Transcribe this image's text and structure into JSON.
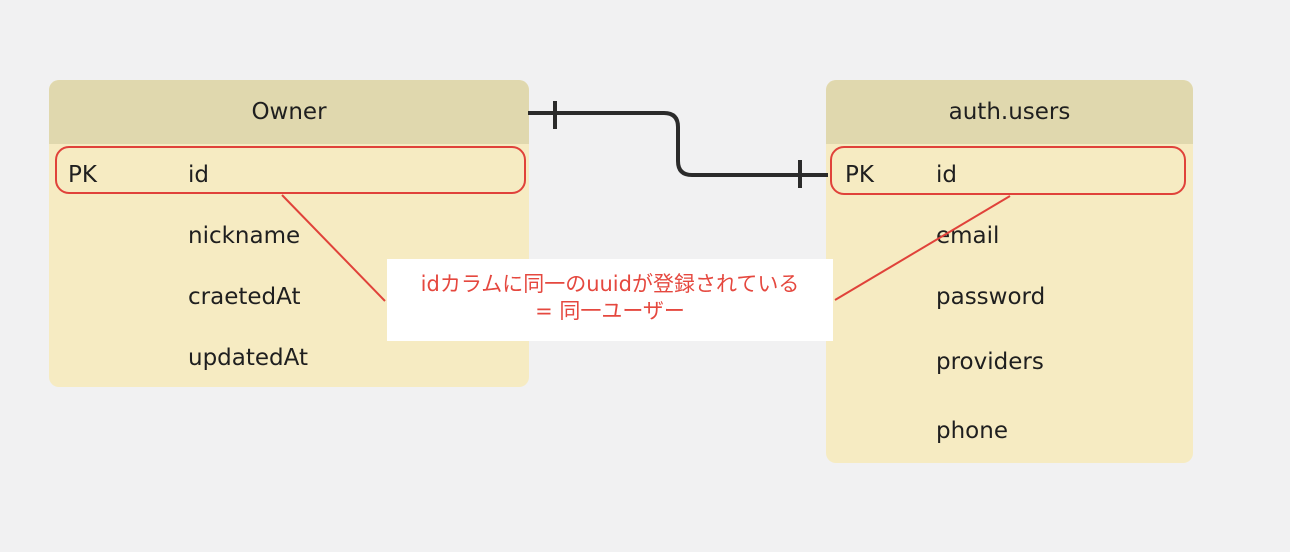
{
  "owner": {
    "title": "Owner",
    "pk_label": "PK",
    "fields": [
      "id",
      "nickname",
      "craetedAt",
      "updatedAt"
    ]
  },
  "auth_users": {
    "title": "auth.users",
    "pk_label": "PK",
    "fields": [
      "id",
      "email",
      "password",
      "providers",
      "phone"
    ]
  },
  "note": {
    "line1": "idカラムに同一のuuidが登録されている",
    "line2": "= 同一ユーザー"
  },
  "colors": {
    "background": "#f1f1f2",
    "entity_body": "#f6ebc2",
    "entity_header": "#e0d8ae",
    "highlight_red": "#e0423a",
    "connector": "#2b2b2b"
  }
}
